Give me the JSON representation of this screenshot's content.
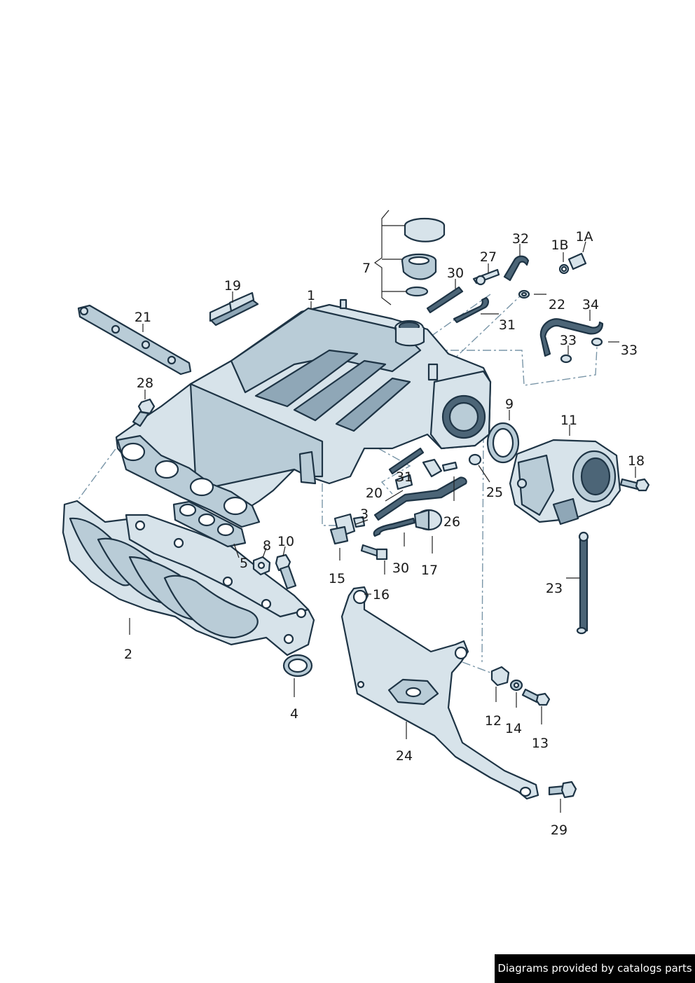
{
  "callouts": {
    "c1": "1",
    "c1A": "1A",
    "c1B": "1B",
    "c2": "2",
    "c3": "3",
    "c4": "4",
    "c5": "5",
    "c7": "7",
    "c8": "8",
    "c9": "9",
    "c10": "10",
    "c11": "11",
    "c12": "12",
    "c13": "13",
    "c14": "14",
    "c15": "15",
    "c16": "16",
    "c17": "17",
    "c18": "18",
    "c19": "19",
    "c20": "20",
    "c21": "21",
    "c22": "22",
    "c23": "23",
    "c24": "24",
    "c25": "25",
    "c26": "26",
    "c27": "27",
    "c28": "28",
    "c29": "29",
    "c30a": "30",
    "c30b": "30",
    "c31a": "31",
    "c31b": "31",
    "c32": "32",
    "c33a": "33",
    "c33b": "33",
    "c34": "34"
  },
  "credit": "Diagrams provided by catalogs parts",
  "colors": {
    "part_fill": "#d7e3ea",
    "part_stroke": "#1e3445",
    "shadow": "#8fa7b7",
    "banner": "#000000"
  }
}
